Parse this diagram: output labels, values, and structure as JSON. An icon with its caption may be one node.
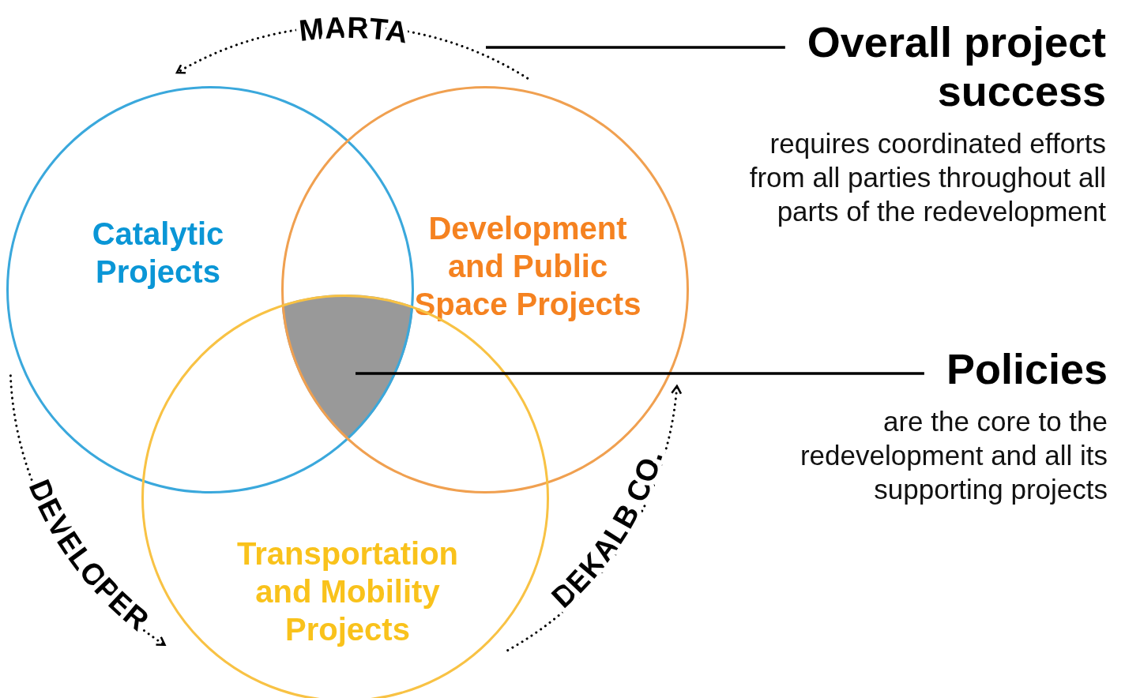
{
  "diagram": {
    "nodes": [
      {
        "text": [
          "Catalytic Projects"
        ]
      },
      {
        "text": [
          "Development and Public Space Projects"
        ]
      },
      {
        "text": [
          "Transportation and Mobility Projects"
        ]
      },
      {
        "text": [],
        "shape": "triangle"
      },
      {
        "text": [
          "Overall project success",
          "requires coordinated efforts from all parties throughout all parts of the redevelopment"
        ]
      },
      {
        "text": [
          "Policies",
          "are the core to the redevelopment and all its supporting projects"
        ]
      }
    ],
    "edges": [
      {
        "from": 4,
        "to": null,
        "arrow": "none"
      },
      {
        "from": 5,
        "to": 3,
        "arrow": "none"
      },
      {
        "from": 1,
        "to": 0,
        "arrow": "to",
        "label": "MARTA",
        "style": "dashed"
      },
      {
        "from": 0,
        "to": 2,
        "arrow": "to",
        "label": "DEVELOPER",
        "style": "dashed"
      },
      {
        "from": 2,
        "to": 1,
        "arrow": "to",
        "label": "DEKALB CO.",
        "style": "dashed"
      }
    ]
  }
}
